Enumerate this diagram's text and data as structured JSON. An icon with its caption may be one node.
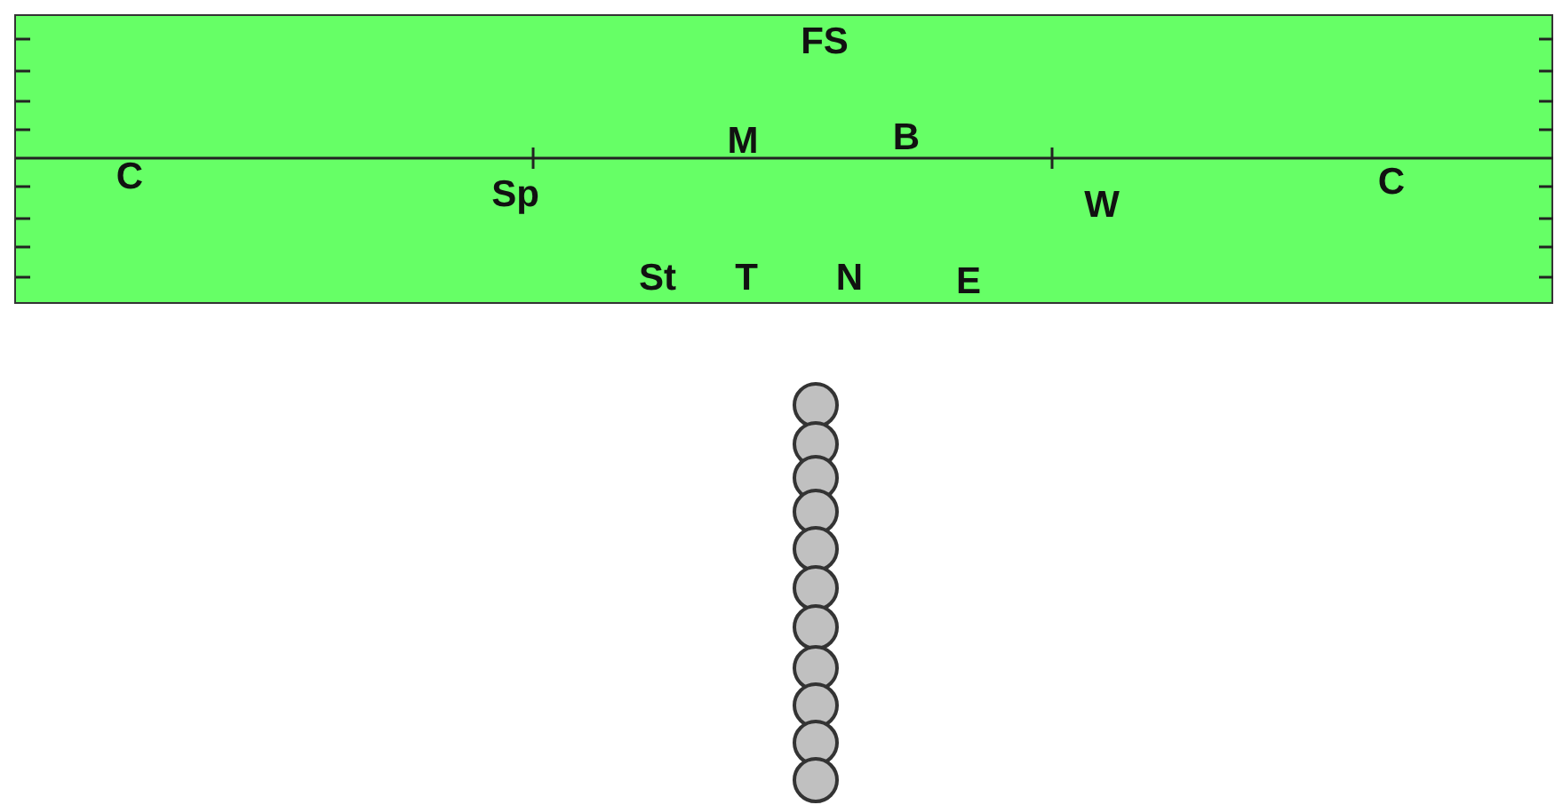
{
  "diagram": {
    "nodes": [
      {
        "text": [],
        "shape": "circle"
      },
      {
        "text": [],
        "shape": "circle"
      },
      {
        "text": [],
        "shape": "circle"
      },
      {
        "text": [],
        "shape": "circle"
      },
      {
        "text": [],
        "shape": "circle"
      },
      {
        "text": [],
        "shape": "circle"
      },
      {
        "text": [],
        "shape": "circle"
      },
      {
        "text": [],
        "shape": "circle"
      },
      {
        "text": [],
        "shape": "circle"
      },
      {
        "text": [],
        "shape": "circle"
      },
      {
        "text": [],
        "shape": "circle"
      }
    ],
    "labels": [
      "FS",
      "M",
      "B",
      "C",
      "Sp",
      "W",
      "C",
      "St",
      "T",
      "N",
      "E"
    ]
  }
}
